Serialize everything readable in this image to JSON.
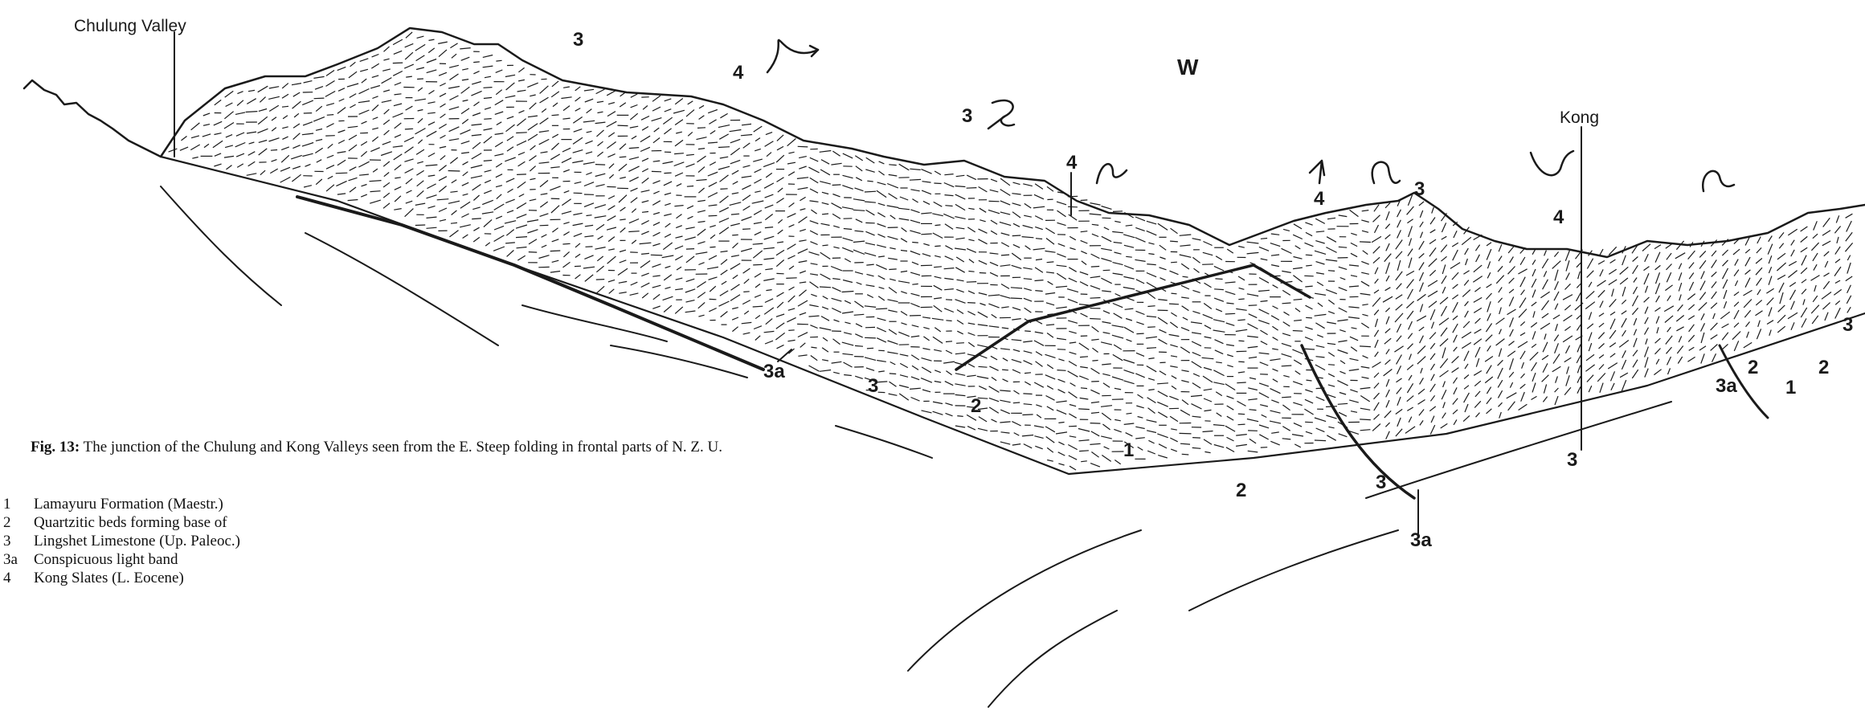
{
  "figure": {
    "caption_head": "Fig. 13:",
    "caption_body": " The junction of the Chulung and Kong Valleys seen from the E. Steep folding in frontal parts of N. Z. U.",
    "legend": [
      {
        "key": "1",
        "text": "Lamayuru Formation (Maestr.)"
      },
      {
        "key": "2",
        "text": "Quartzitic beds forming base of"
      },
      {
        "key": "3",
        "text": "Lingshet Limestone (Up. Paleoc.)"
      },
      {
        "key": "3a",
        "text": "Conspicuous light band"
      },
      {
        "key": "4",
        "text": "Kong Slates (L. Eocene)"
      }
    ]
  },
  "places": {
    "chulung": "Chulung Valley",
    "kong": "Kong",
    "direction": "W"
  },
  "unit_labels": {
    "u1": "1",
    "u2": "2",
    "u3": "3",
    "u3a": "3a",
    "u4": "4"
  },
  "colors": {
    "ink": "#1a1a1a",
    "paper": "#ffffff"
  }
}
